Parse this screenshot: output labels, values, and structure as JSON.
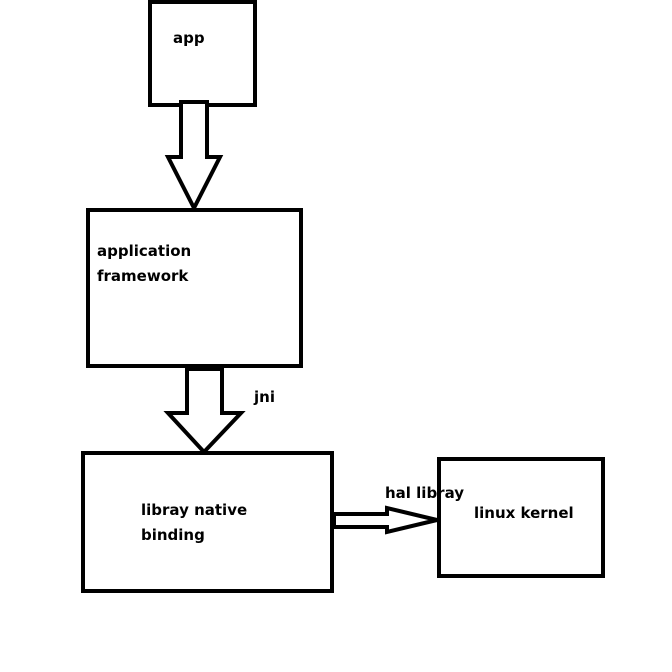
{
  "nodes": {
    "app": {
      "label": "app"
    },
    "application_framework": {
      "label_line1": "application",
      "label_line2": "framework"
    },
    "library_native_binding": {
      "label_line1": "libray native",
      "label_line2": "binding"
    },
    "linux_kernel": {
      "label": "linux kernel"
    }
  },
  "edges": {
    "app_to_framework": {
      "label": ""
    },
    "framework_to_native": {
      "label": "jni"
    },
    "native_to_kernel": {
      "label": "hal libray"
    }
  },
  "colors": {
    "stroke": "#000000",
    "fill": "#ffffff"
  }
}
